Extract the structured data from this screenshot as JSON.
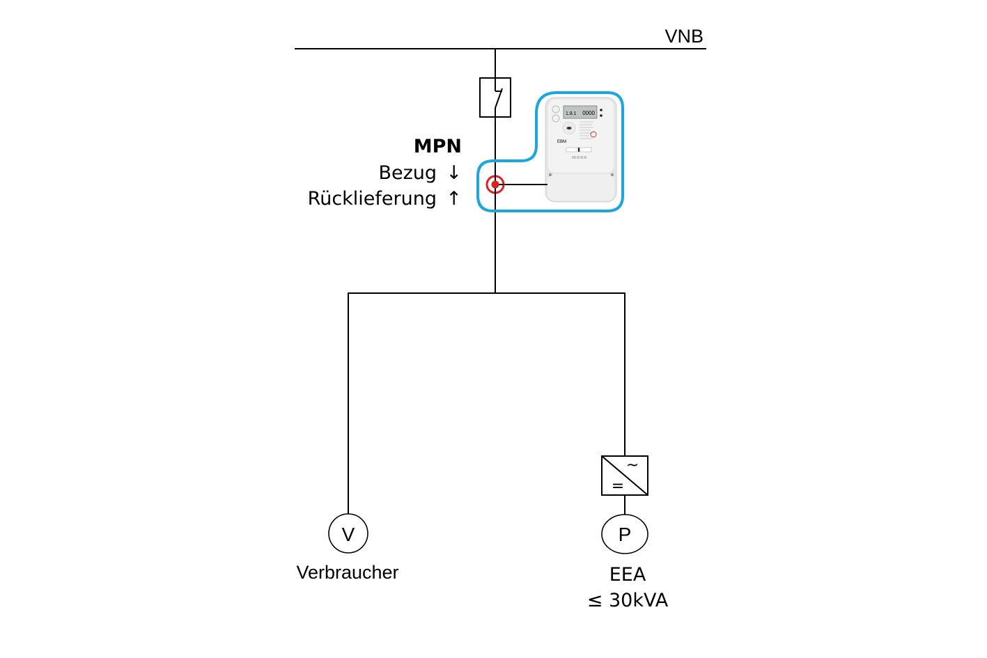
{
  "grid": {
    "label": "VNB"
  },
  "metering_point": {
    "title": "MPN",
    "import_label": "Bezug",
    "import_arrow": "↓",
    "export_label": "Rücklieferung",
    "export_arrow": "↑",
    "highlight_color": "#1aa7e0",
    "marker_color": "#e0201c"
  },
  "loads": {
    "consumer": {
      "symbol": "V",
      "label": "Verbraucher"
    },
    "generator": {
      "symbol": "P",
      "label": "EEA",
      "rating": "≤ 30kVA"
    },
    "inverter": {
      "ac_symbol": "~",
      "dc_symbol": "="
    }
  },
  "meter_device": {
    "display_left": "1.8.1",
    "display_right": "0000",
    "brand_text": "EBM"
  }
}
